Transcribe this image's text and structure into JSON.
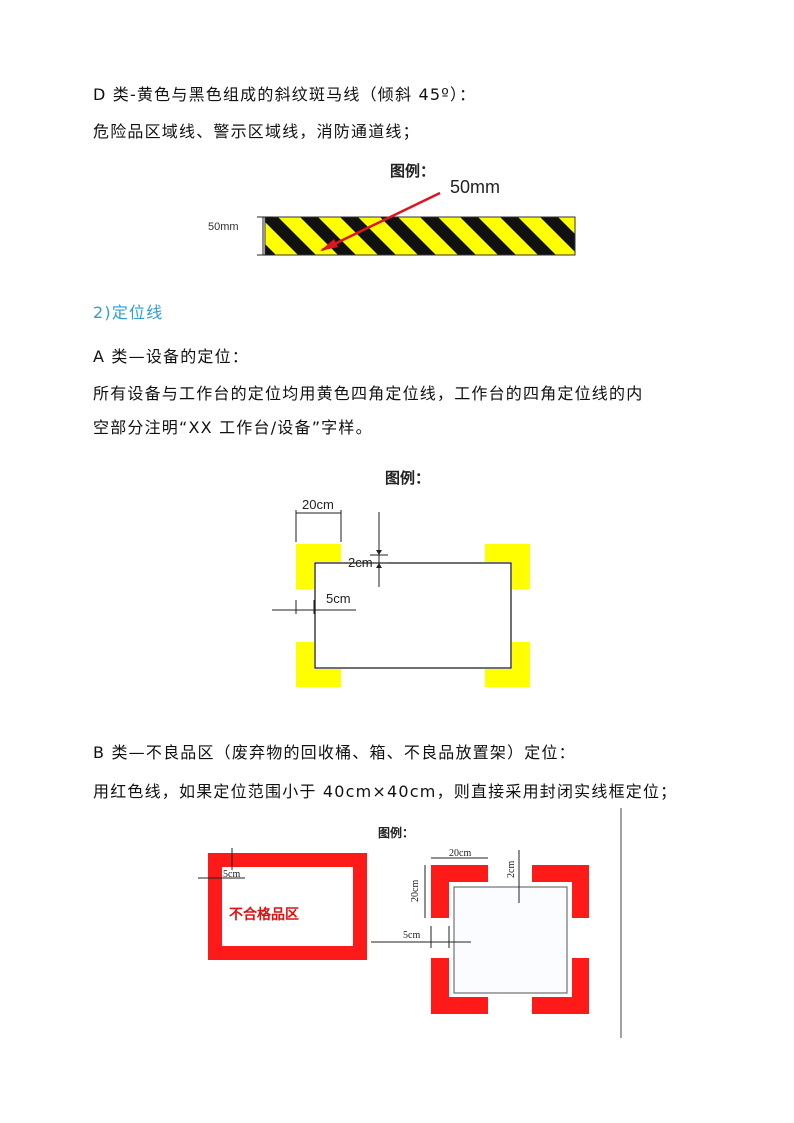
{
  "paragraphs": {
    "d_class_title": "D 类-黄色与黑色组成的斜纹斑马线（倾斜 45º）：",
    "d_class_desc": "危险品区域线、警示区域线，消防通道线；",
    "section_2": "2)定位线",
    "a_class_title": "A 类—设备的定位：",
    "a_class_desc_1": "所有设备与工作台的定位均用黄色四角定位线，工作台的四角定位线的内",
    "a_class_desc_2": "空部分注明“XX 工作台/设备”字样。",
    "b_class_title": "B 类—不良品区（废弃物的回收桶、箱、不良品放置架）定位：",
    "b_class_desc": "用红色线，如果定位范围小于 40cm×40cm，则直接采用封闭实线框定位；"
  },
  "figure1": {
    "legend": "图例：",
    "width_label": "50mm",
    "height_label": "50mm",
    "colors": {
      "yellow": "#ffff00",
      "black": "#111111",
      "arrow": "#e0141e"
    }
  },
  "figure2": {
    "legend": "图例：",
    "corner_label": "20cm",
    "gap_label": "2cm",
    "line_width_label": "5cm",
    "colors": {
      "yellow": "#ffff00"
    }
  },
  "figure3": {
    "legend": "图例：",
    "left_width_label": "5cm",
    "zone_label": "不合格品区",
    "corner_width_label": "20cm",
    "corner_height_label": "20cm",
    "gap_label": "2cm",
    "line_width_label": "5cm",
    "colors": {
      "red": "#ff1a1a",
      "zone_text": "#e01010"
    }
  }
}
